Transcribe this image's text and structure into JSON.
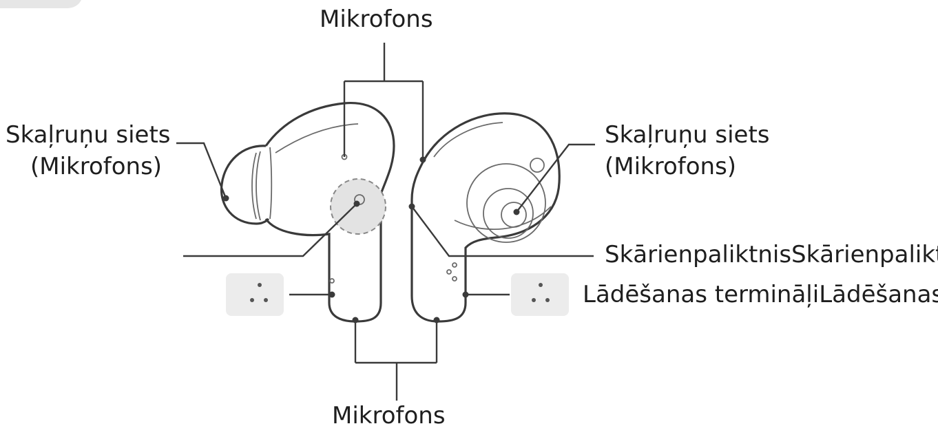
{
  "labels": {
    "top_microphone": "Mikrofons",
    "bottom_microphone": "Mikrofons",
    "left_speaker_line1": "Skaļruņu siets",
    "left_speaker_line2": "(Mikrofons)",
    "right_speaker_line1": "Skaļruņu siets",
    "right_speaker_line2": "(Mikrofons)",
    "touchpad": "SkārienpaliktnisSkārienpaliktnis",
    "charging_terminals": "Lādēšanas termināļiLādēšanas termināļi"
  }
}
